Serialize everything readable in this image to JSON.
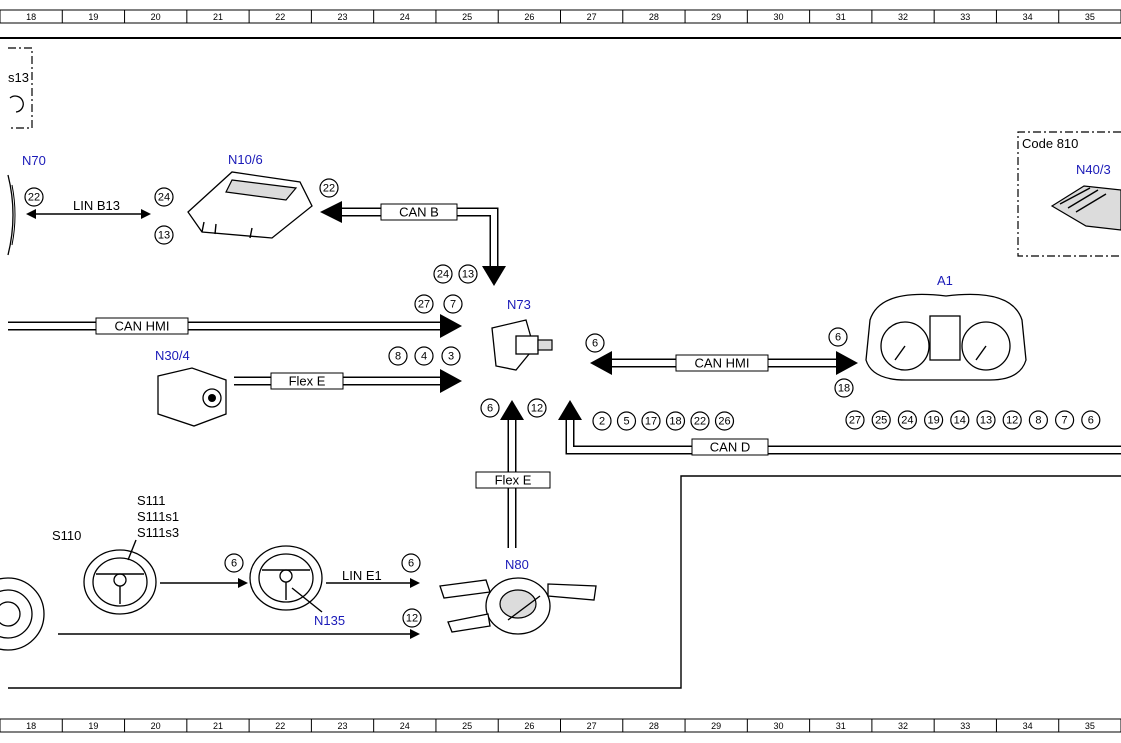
{
  "ruler": {
    "columns": [
      "18",
      "19",
      "20",
      "21",
      "22",
      "23",
      "24",
      "25",
      "26",
      "27",
      "28",
      "29",
      "30",
      "31",
      "32",
      "33",
      "34",
      "35"
    ]
  },
  "components": {
    "n70": "N70",
    "n10_6": "N10/6",
    "n73": "N73",
    "n30_4": "N30/4",
    "a1": "A1",
    "n40_3": "N40/3",
    "n80": "N80",
    "n135": "N135",
    "s110": "S110",
    "s111": "S111",
    "s111s1": "S111s1",
    "s111s3": "S111s3",
    "s13_partial": "s13"
  },
  "frame_labels": {
    "code_810": "Code 810"
  },
  "buses": {
    "lin_b13": "LIN B13",
    "can_b": "CAN B",
    "can_hmi_left": "CAN HMI",
    "flex_e_left": "Flex E",
    "can_hmi_right": "CAN HMI",
    "can_d": "CAN D",
    "flex_e_vertical": "Flex E",
    "lin_e1": "LIN E1"
  },
  "pins": {
    "n70_22": "22",
    "n10_24": "24",
    "n10_13": "13",
    "n10_22": "22",
    "n73_in_24": "24",
    "n73_in_13": "13",
    "hmi_27": "27",
    "hmi_7": "7",
    "flex_8": "8",
    "flex_4": "4",
    "flex_3": "3",
    "hmi_r_6": "6",
    "a1_6": "6",
    "a1_18": "18",
    "n80_6": "6",
    "n80_12": "12",
    "cand_left": [
      "2",
      "5",
      "17",
      "18",
      "22",
      "26"
    ],
    "cand_right": [
      "27",
      "25",
      "24",
      "19",
      "14",
      "13",
      "12",
      "8",
      "7",
      "6"
    ],
    "sw_6": "6",
    "line_e1_6": "6",
    "bottom_12": "12"
  }
}
